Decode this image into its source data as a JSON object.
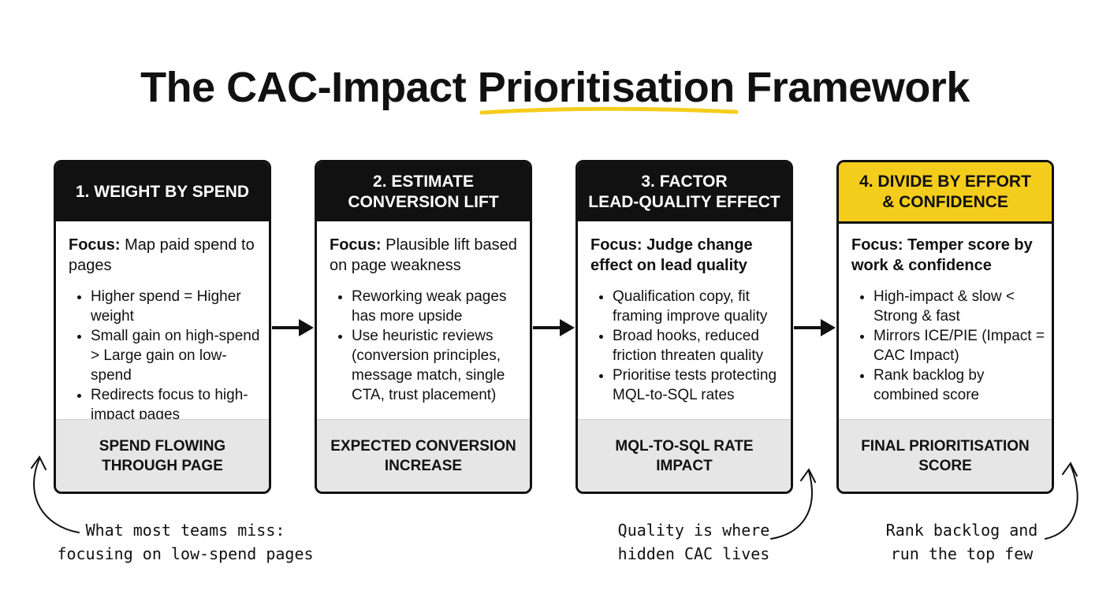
{
  "title": {
    "before": "The CAC-Impact ",
    "highlight": "Prioritisation",
    "after": " Framework",
    "underline_color": "#f4cd1c"
  },
  "steps": [
    {
      "title_lines": [
        "1. WEIGHT BY SPEND"
      ],
      "focus_label": "Focus:",
      "focus_text": "Map paid spend to pages",
      "bullets": [
        "Higher spend = Higher weight",
        "Small gain on high-spend > Large gain on low-spend",
        "Redirects focus to high-impact pages"
      ],
      "footer_lines": [
        "SPEND FLOWING",
        "THROUGH PAGE"
      ]
    },
    {
      "title_lines": [
        "2. ESTIMATE",
        "CONVERSION LIFT"
      ],
      "focus_label": "Focus:",
      "focus_text": "Plausible lift based on page weakness",
      "bullets": [
        "Reworking weak pages has more upside",
        "Use heuristic reviews (conversion principles, message match, single CTA, trust placement)"
      ],
      "footer_lines": [
        "EXPECTED CONVERSION",
        "INCREASE"
      ]
    },
    {
      "title_lines": [
        "3. FACTOR",
        "LEAD-QUALITY EFFECT"
      ],
      "focus_label": "Focus:",
      "focus_text": "Judge change effect on lead quality",
      "bullets": [
        "Qualification copy, fit framing improve quality",
        "Broad hooks, reduced friction threaten quality",
        "Prioritise tests protecting MQL-to-SQL rates"
      ],
      "footer_lines": [
        "MQL-TO-SQL RATE",
        "IMPACT"
      ]
    },
    {
      "title_lines": [
        "4. DIVIDE BY EFFORT",
        "& CONFIDENCE"
      ],
      "focus_label": "Focus:",
      "focus_text": "Temper score by work & confidence",
      "bullets": [
        "High-impact & slow < Strong & fast",
        "Mirrors ICE/PIE (Impact = CAC Impact)",
        "Rank backlog by combined score"
      ],
      "footer_lines": [
        "FINAL PRIORITISATION",
        "SCORE"
      ],
      "header_color": "#f4cd1c"
    }
  ],
  "notes": [
    {
      "lines": [
        "What most teams miss:",
        "focusing on low-spend pages"
      ]
    },
    {
      "lines": [
        "Quality is where",
        "hidden CAC lives"
      ]
    },
    {
      "lines": [
        "Rank backlog and",
        "run the top few"
      ]
    }
  ],
  "colors": {
    "ink": "#111111",
    "accent": "#f4cd1c",
    "footer_bg": "#e6e6e6"
  },
  "icons": [
    "arrow-right-icon",
    "curved-arrow-icon"
  ]
}
